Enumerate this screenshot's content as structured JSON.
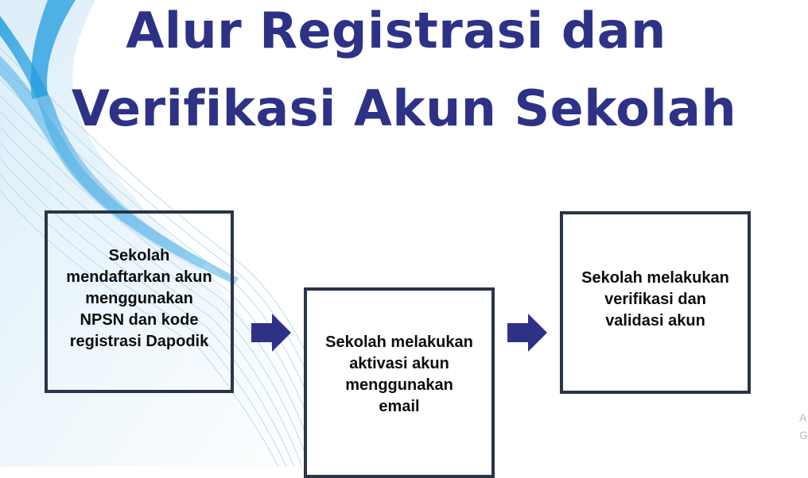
{
  "title": {
    "line1": "Alur Registrasi dan",
    "line2": "Verifikasi Akun Sekolah"
  },
  "steps": [
    {
      "text": "Sekolah\nmendaftarkan akun\nmenggunakan\nNPSN dan kode\nregistrasi Dapodik"
    },
    {
      "text": "Sekolah melakukan\naktivasi akun\nmenggunakan\nemail"
    },
    {
      "text": "Sekolah melakukan\nverifikasi dan\nvalidasi akun"
    }
  ],
  "corner_marks": [
    "A",
    "G"
  ],
  "colors": {
    "title": "#2e3286",
    "arrow": "#2e3286",
    "box_border": "#2b3447",
    "swoosh_light": "#cfe6f5",
    "swoosh_mid": "#8cc6ec",
    "swoosh_dark": "#1f9bde"
  }
}
